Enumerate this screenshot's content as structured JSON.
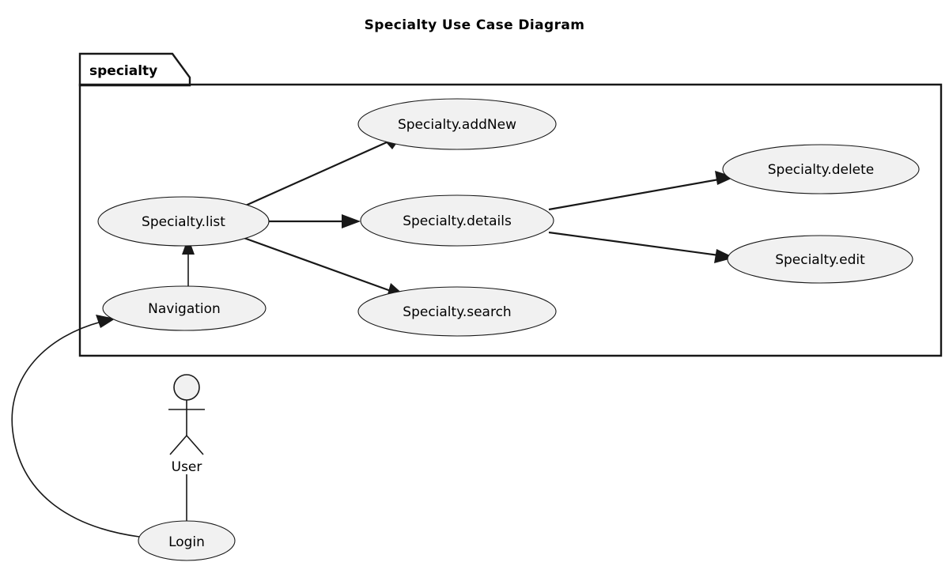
{
  "diagram": {
    "title": "Specialty Use Case Diagram",
    "type": "uml-use-case",
    "package": {
      "label": "specialty"
    },
    "actors": [
      {
        "id": "user",
        "label": "User",
        "icon": "stick-figure-actor-icon"
      }
    ],
    "use_cases": [
      {
        "id": "addNew",
        "label": "Specialty.addNew",
        "inside_package": true
      },
      {
        "id": "list",
        "label": "Specialty.list",
        "inside_package": true
      },
      {
        "id": "details",
        "label": "Specialty.details",
        "inside_package": true
      },
      {
        "id": "delete",
        "label": "Specialty.delete",
        "inside_package": true
      },
      {
        "id": "edit",
        "label": "Specialty.edit",
        "inside_package": true
      },
      {
        "id": "navigation",
        "label": "Navigation",
        "inside_package": true
      },
      {
        "id": "search",
        "label": "Specialty.search",
        "inside_package": true
      },
      {
        "id": "login",
        "label": "Login",
        "inside_package": false
      }
    ],
    "relationships": [
      {
        "from": "list",
        "to": "addNew",
        "arrow": true
      },
      {
        "from": "list",
        "to": "details",
        "arrow": true
      },
      {
        "from": "list",
        "to": "search",
        "arrow": true
      },
      {
        "from": "navigation",
        "to": "list",
        "arrow": true
      },
      {
        "from": "details",
        "to": "delete",
        "arrow": true
      },
      {
        "from": "details",
        "to": "edit",
        "arrow": true
      },
      {
        "from": "login",
        "to": "navigation",
        "arrow": true
      },
      {
        "from": "user",
        "to": "login",
        "arrow": false
      }
    ],
    "colors": {
      "node_fill": "#F1F1F1",
      "node_stroke": "#181818",
      "line": "#181818",
      "text": "#000000",
      "background": "#FFFFFF"
    }
  }
}
